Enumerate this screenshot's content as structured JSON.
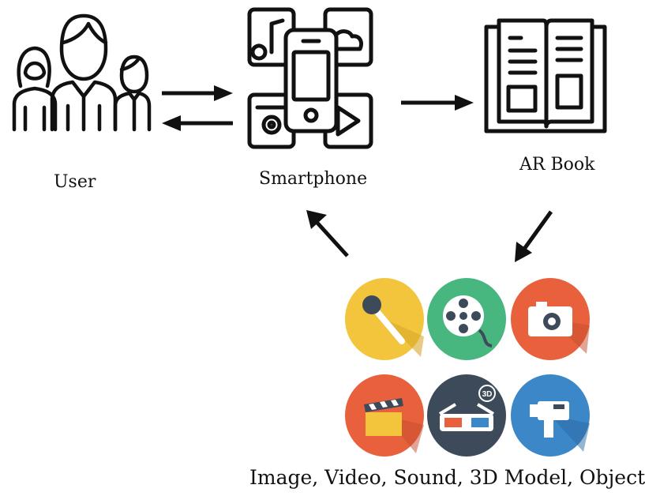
{
  "nodes": {
    "user": {
      "label": "User"
    },
    "smartphone": {
      "label": "Smartphone"
    },
    "ar_book": {
      "label": "AR Book"
    },
    "media": {
      "label": "Image, Video, Sound, 3D Model, Object"
    }
  },
  "media_icons": [
    {
      "icon": "microphone-icon",
      "color": "#f2c53d"
    },
    {
      "icon": "film-reel-icon",
      "color": "#48b77f"
    },
    {
      "icon": "camera-icon",
      "color": "#e8603c"
    },
    {
      "icon": "clapperboard-icon",
      "color": "#e8603c"
    },
    {
      "icon": "3d-glasses-icon",
      "color": "#3d4a5a"
    },
    {
      "icon": "video-camera-icon",
      "color": "#3b87c8"
    }
  ],
  "edges": [
    {
      "from": "User",
      "to": "Smartphone"
    },
    {
      "from": "Smartphone",
      "to": "User"
    },
    {
      "from": "Smartphone",
      "to": "AR Book"
    },
    {
      "from": "AR Book",
      "to": "Image, Video, Sound, 3D Model, Object"
    },
    {
      "from": "Image, Video, Sound, 3D Model, Object",
      "to": "Smartphone"
    }
  ]
}
